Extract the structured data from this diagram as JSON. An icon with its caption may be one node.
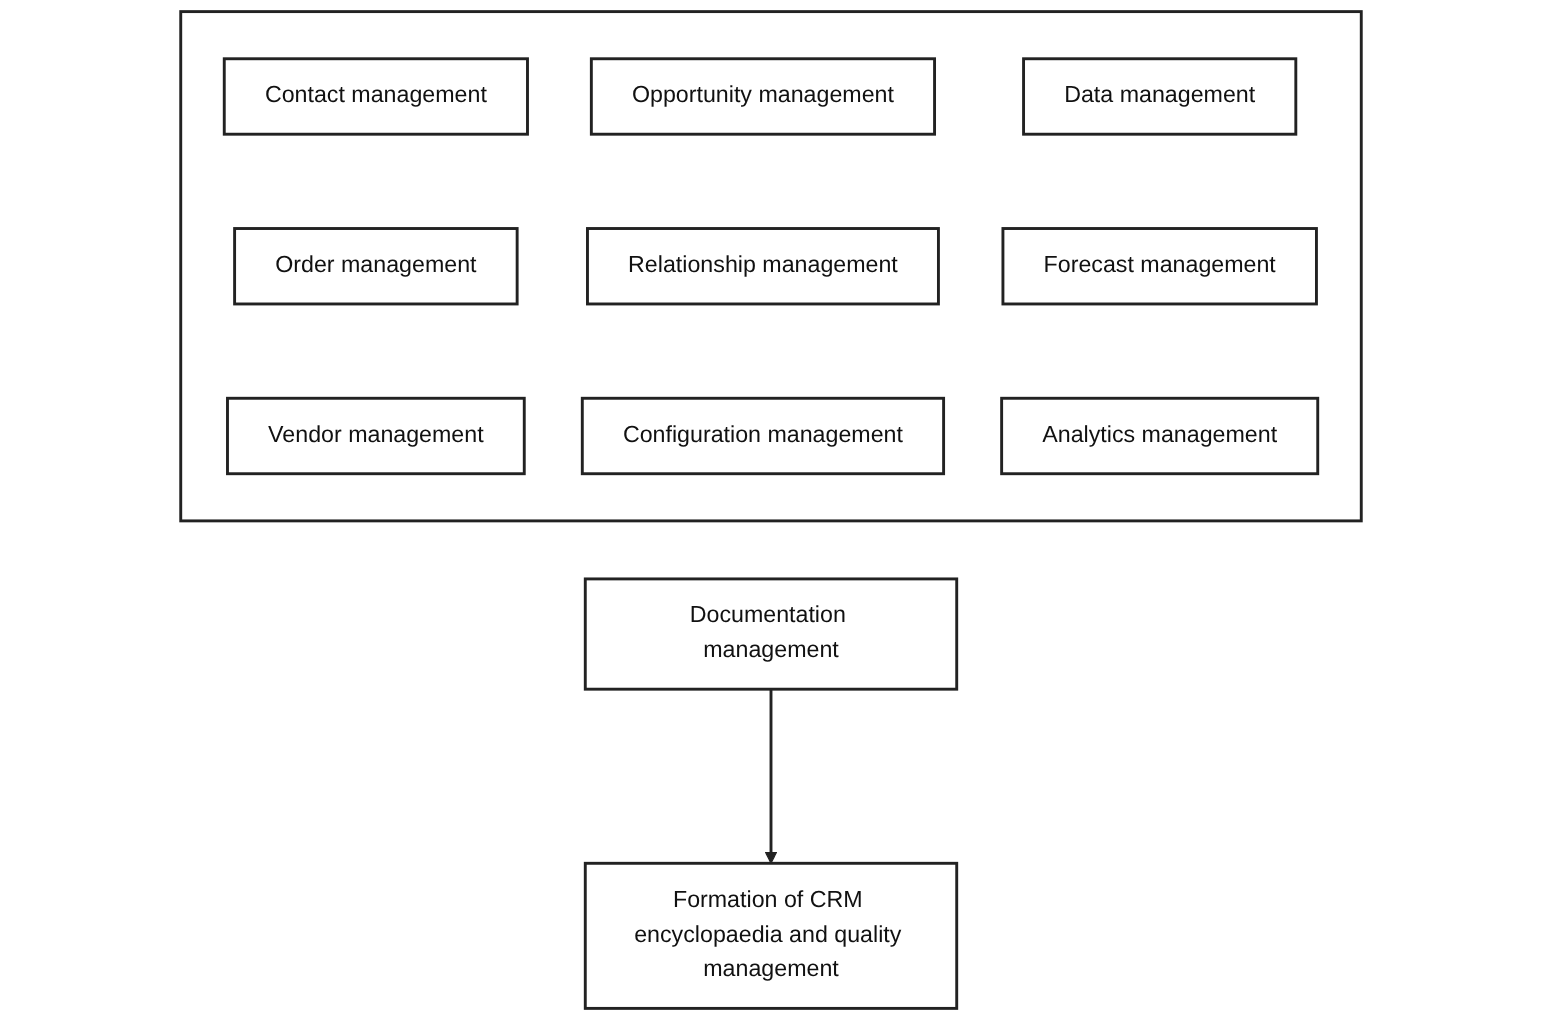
{
  "diagram": {
    "nodes": [
      {
        "text": [],
        "shape": "box"
      },
      {
        "text": [
          "Contact management"
        ],
        "in": 0
      },
      {
        "text": [
          "Opportunity management"
        ],
        "in": 0
      },
      {
        "text": [
          "Data management"
        ],
        "in": 0
      },
      {
        "text": [
          "Order management"
        ],
        "in": 0
      },
      {
        "text": [
          "Relationship management"
        ],
        "in": 0
      },
      {
        "text": [
          "Forecast management"
        ],
        "in": 0
      },
      {
        "text": [
          "Vendor management"
        ],
        "in": 0
      },
      {
        "text": [
          "Configuration management"
        ],
        "in": 0
      },
      {
        "text": [
          "Analytics management"
        ],
        "in": 0
      },
      {
        "text": [
          "Documentation management"
        ]
      },
      {
        "text": [
          "Formation of CRM encyclopaedia and quality management"
        ]
      }
    ],
    "edges": [
      {
        "from": 10,
        "to": 11,
        "arrow": "to"
      }
    ]
  }
}
